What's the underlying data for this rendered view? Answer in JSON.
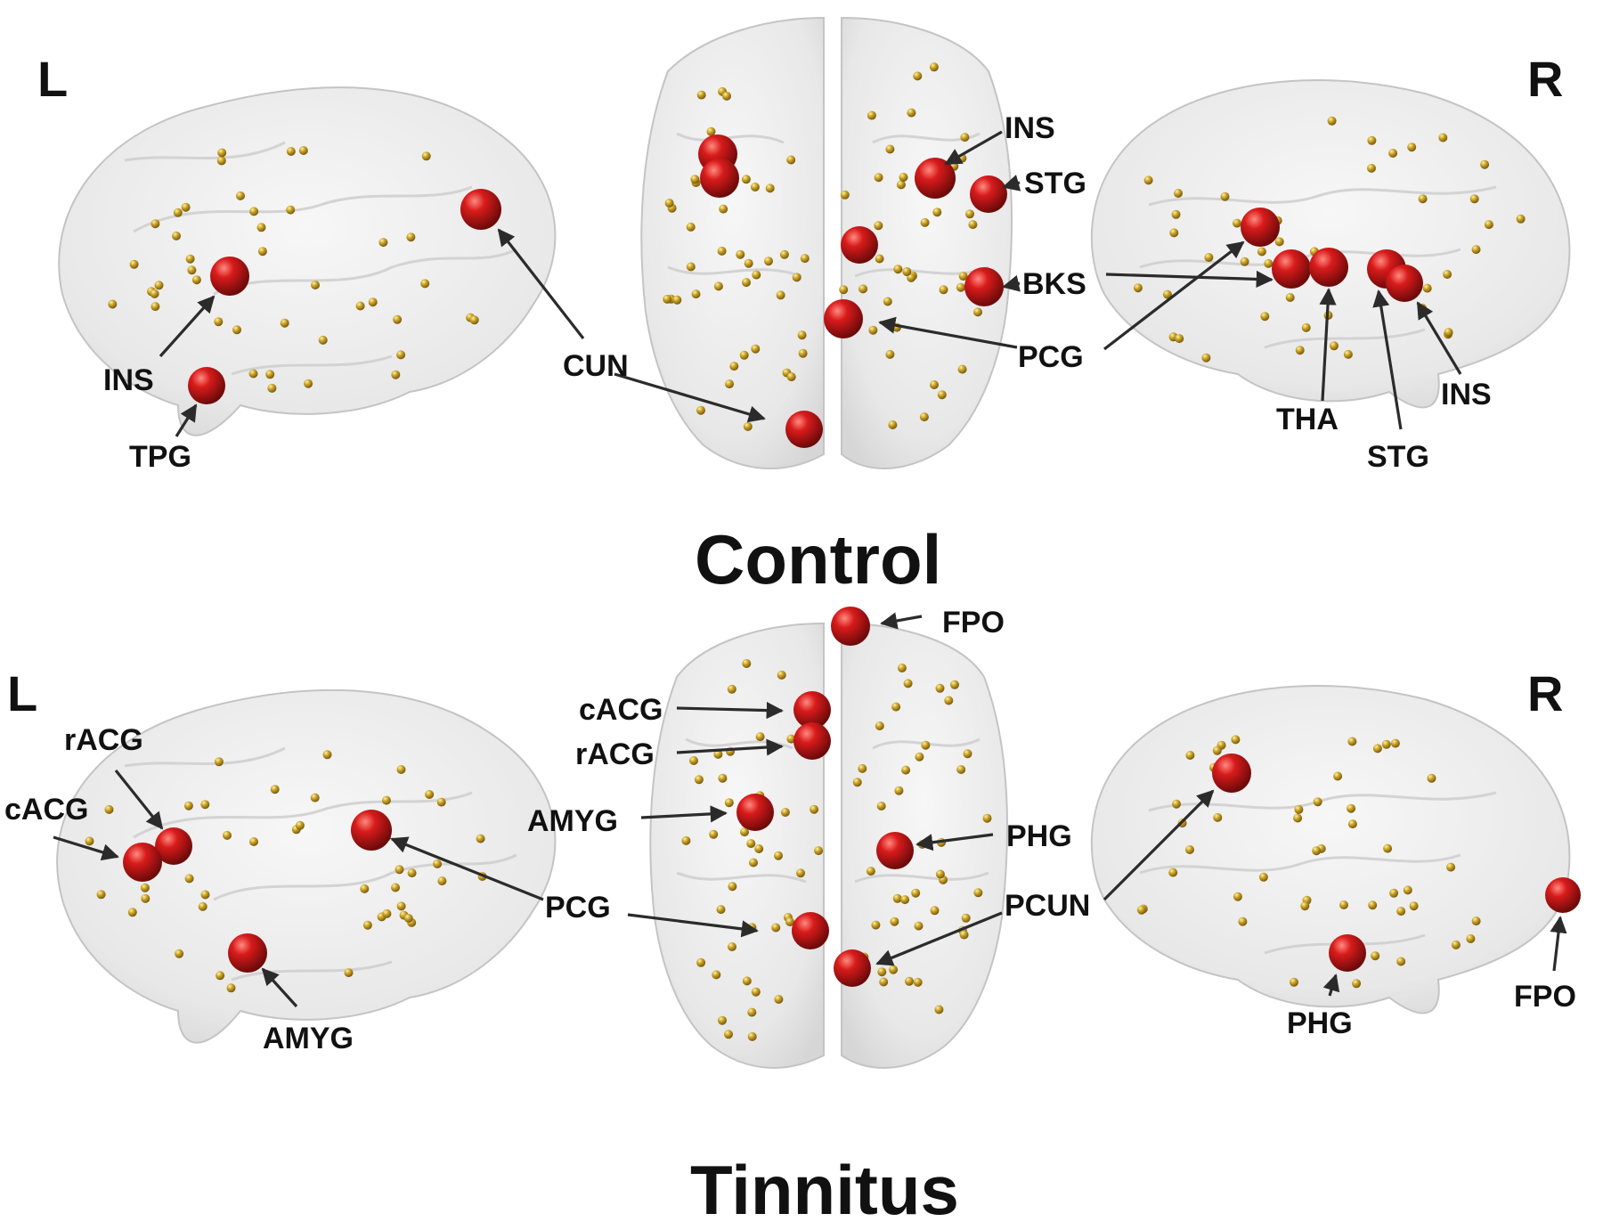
{
  "panels": {
    "control": {
      "title": "Control",
      "left_marker": "L",
      "right_marker": "R",
      "labels": {
        "l_ins": "INS",
        "l_tpg": "TPG",
        "cun": "CUN",
        "c_ins": "INS",
        "c_stg": "STG",
        "bks": "BKS",
        "pcg": "PCG",
        "r_tha": "THA",
        "r_stg": "STG",
        "r_ins": "INS"
      }
    },
    "tinnitus": {
      "title": "Tinnitus",
      "left_marker": "L",
      "right_marker": "R",
      "labels": {
        "l_racg": "rACG",
        "l_cacg": "cACG",
        "l_amyg": "AMYG",
        "pcg": "PCG",
        "fpo": "FPO",
        "c_cacg": "cACG",
        "c_racg": "rACG",
        "c_amyg": "AMYG",
        "phg": "PHG",
        "pcun": "PCUN",
        "r_phg": "PHG",
        "r_fpo": "FPO"
      }
    }
  },
  "colors": {
    "hub_node": "#c0131a",
    "regular_node": "#c9a227",
    "brain_surface": "#e9e9e9",
    "arrow": "#2b2b2b"
  }
}
